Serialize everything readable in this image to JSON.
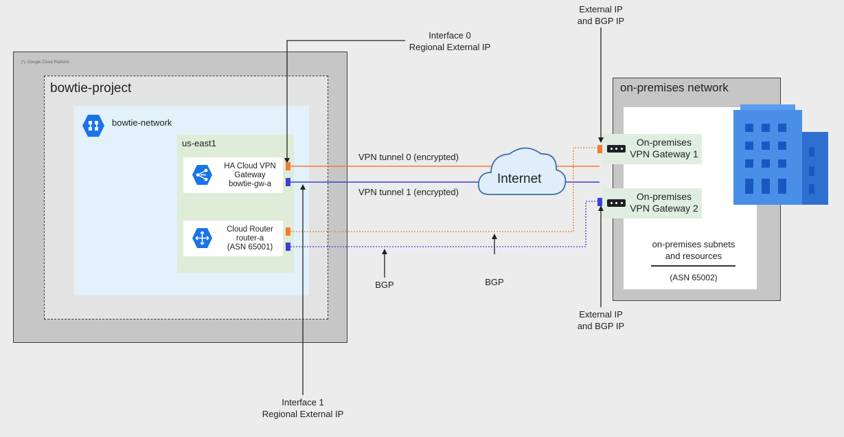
{
  "gcp_logo": "Google Cloud Platform",
  "project": {
    "title": "bowtie-project"
  },
  "network": {
    "title": "bowtie-network",
    "icon": "network-icon"
  },
  "region": {
    "title": "us-east1"
  },
  "vpn_gateway": {
    "line1": "HA Cloud VPN",
    "line2": "Gateway",
    "line3": "bowtie-gw-a",
    "icon": "vpn-gateway-icon"
  },
  "cloud_router": {
    "line1": "Cloud Router",
    "line2": "router-a",
    "line3": "(ASN 65001)",
    "icon": "router-icon"
  },
  "interface0": {
    "line1": "Interface 0",
    "line2": "Regional External IP"
  },
  "interface1": {
    "line1": "Interface 1",
    "line2": "Regional External IP"
  },
  "tunnel0": "VPN tunnel 0 (encrypted)",
  "tunnel1": "VPN tunnel 1 (encrypted)",
  "internet": "Internet",
  "bgp_left": "BGP",
  "bgp_right": "BGP",
  "ext_ip_top": {
    "line1": "External IP",
    "line2": "and BGP IP"
  },
  "ext_ip_bottom": {
    "line1": "External IP",
    "line2": "and BGP IP"
  },
  "onprem": {
    "title": "on-premises network",
    "gw1": {
      "line1": "On-premises",
      "line2": "VPN Gateway 1"
    },
    "gw2": {
      "line1": "On-premises",
      "line2": "VPN Gateway 2"
    },
    "subnets": {
      "line1": "on-premises subnets",
      "line2": "and resources"
    },
    "asn": "(ASN 65002)"
  },
  "colors": {
    "tunnel0": "#f07c33",
    "tunnel1": "#3d3fd6",
    "gcp_blue": "#1a73e8",
    "building": "#4a8fe7"
  }
}
